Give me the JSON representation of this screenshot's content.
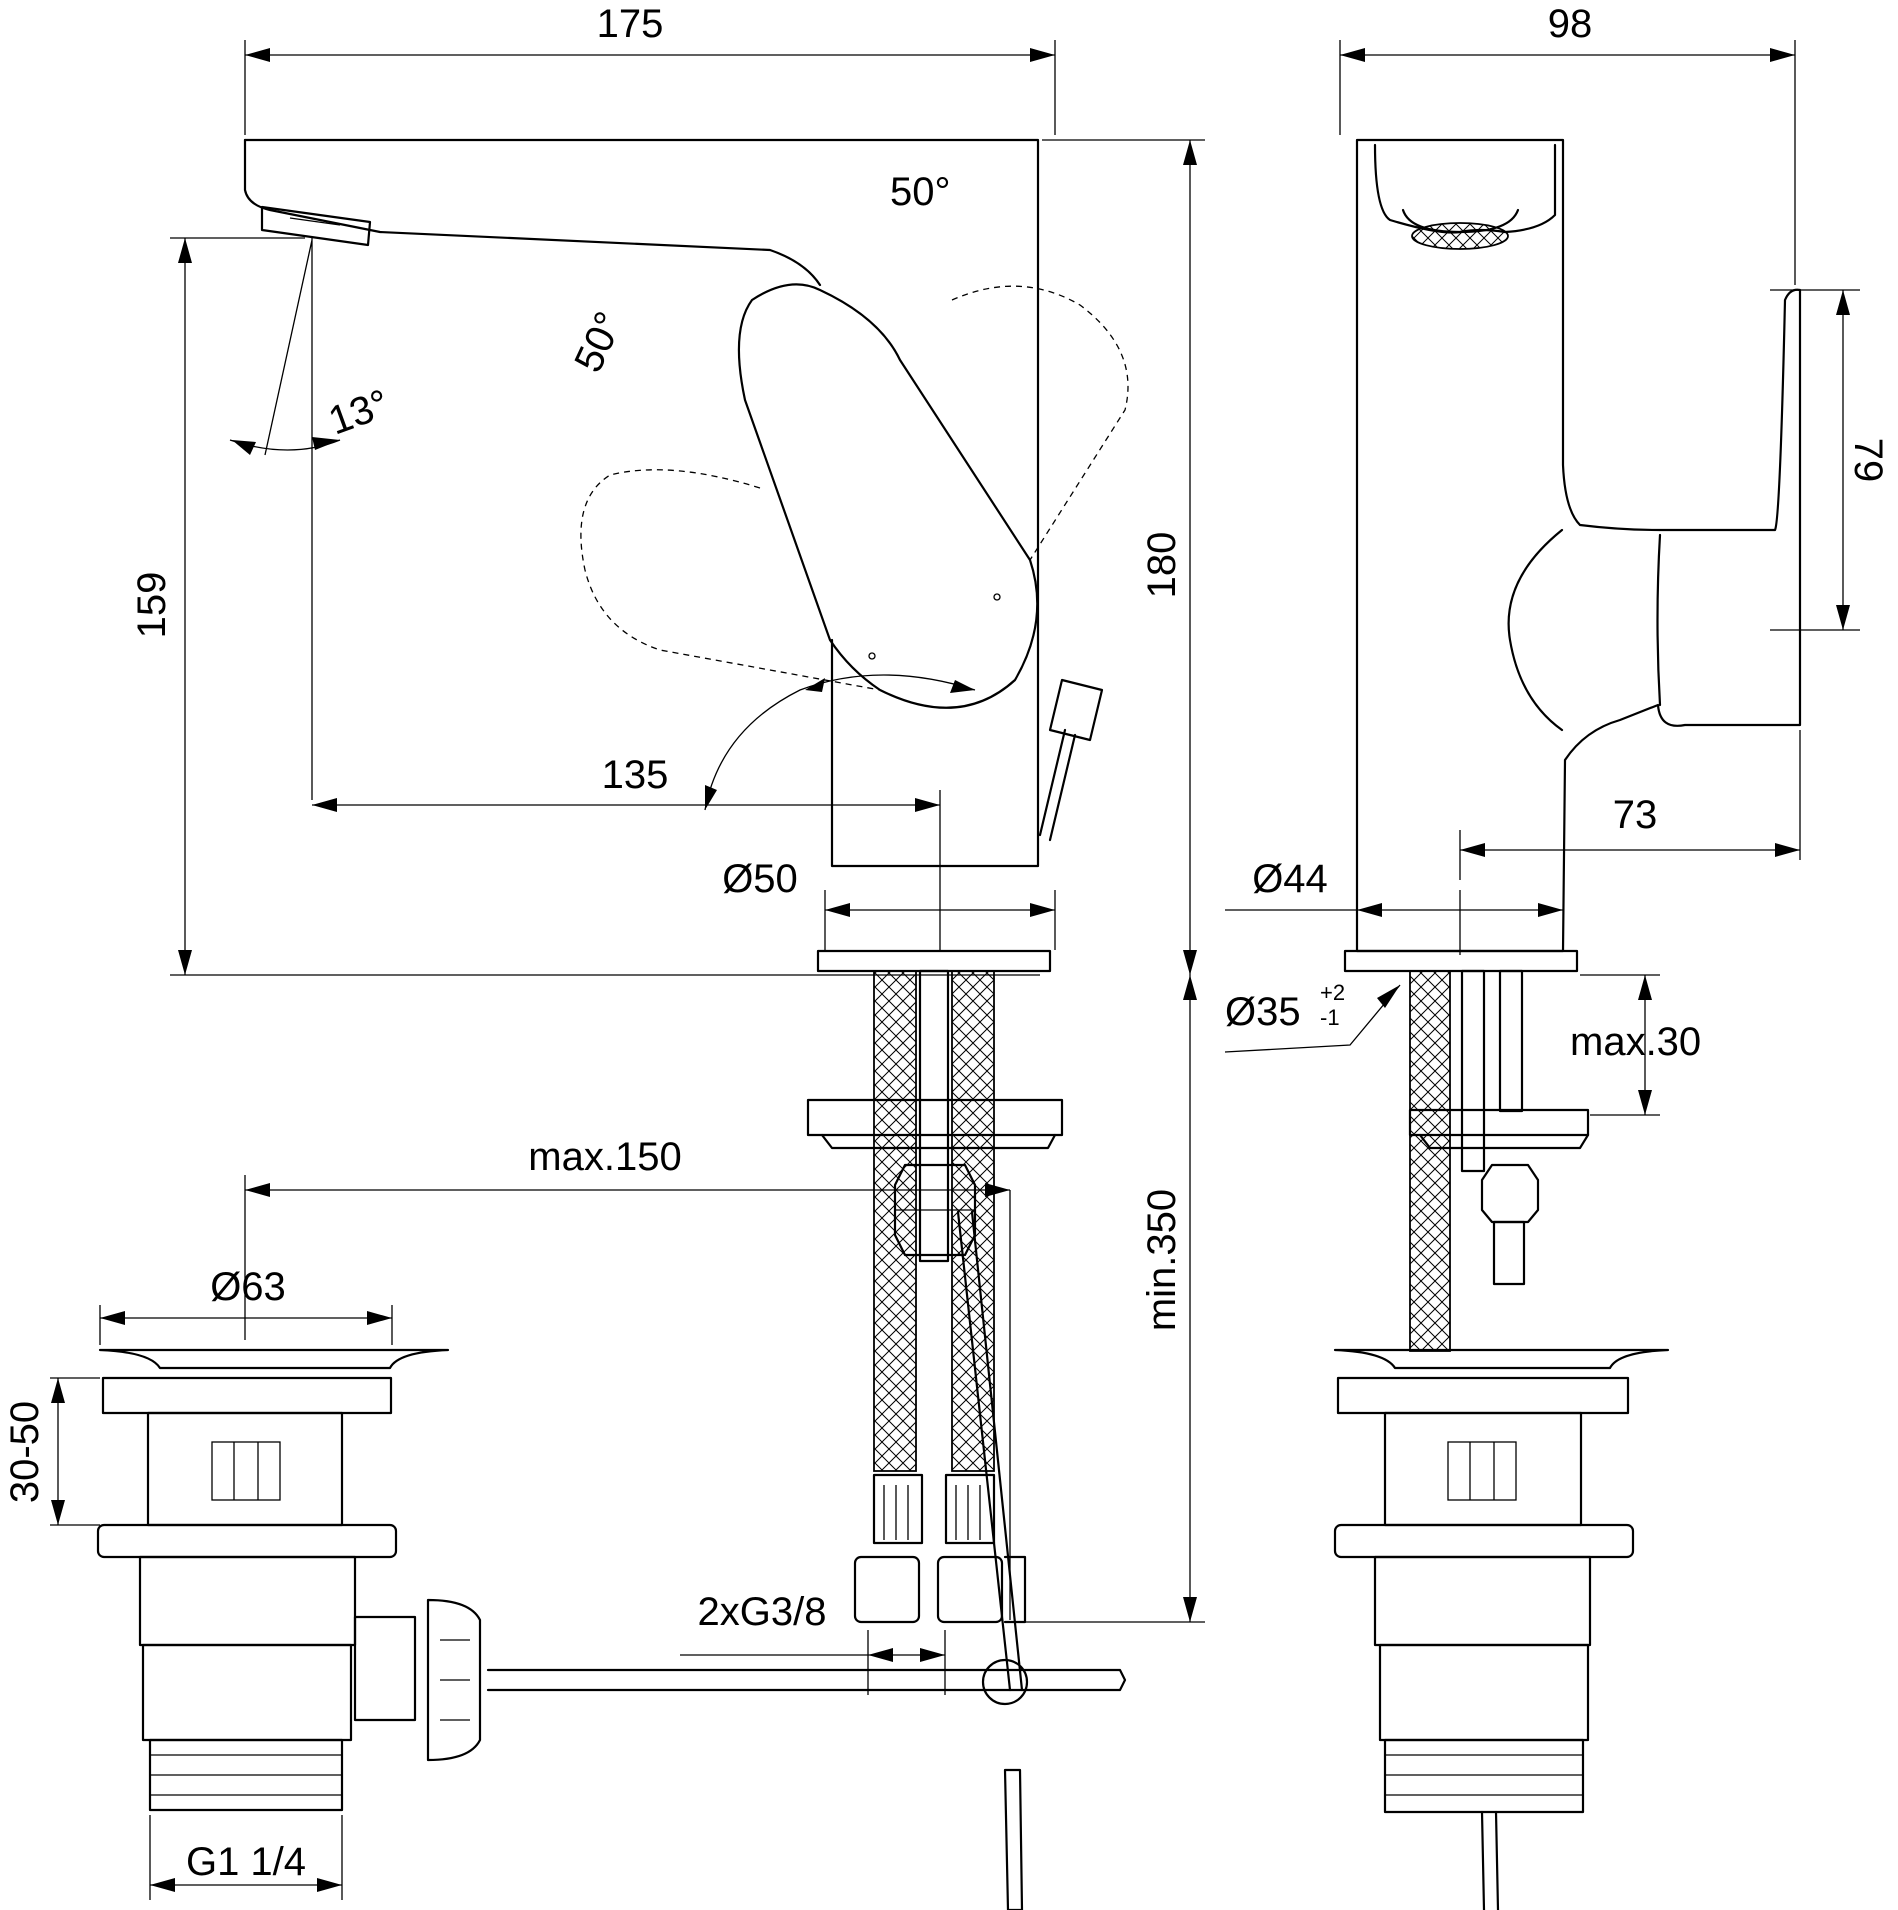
{
  "labels": {
    "w175": "175",
    "w98": "98",
    "a50_top": "50°",
    "a50_mid": "50°",
    "a13": "13°",
    "h159": "159",
    "h180": "180",
    "d135": "135",
    "dia50": "Ø50",
    "dia44": "Ø44",
    "h79": "79",
    "d73": "73",
    "dia35": "Ø35",
    "dia35_tol_upper": "+2",
    "dia35_tol_lower": "-1",
    "max30": "max.30",
    "max150": "max.150",
    "min350": "min.350",
    "dia63": "Ø63",
    "r30_50": "30-50",
    "g3_8": "2xG3/8",
    "g1_1_4": "G1 1/4"
  }
}
